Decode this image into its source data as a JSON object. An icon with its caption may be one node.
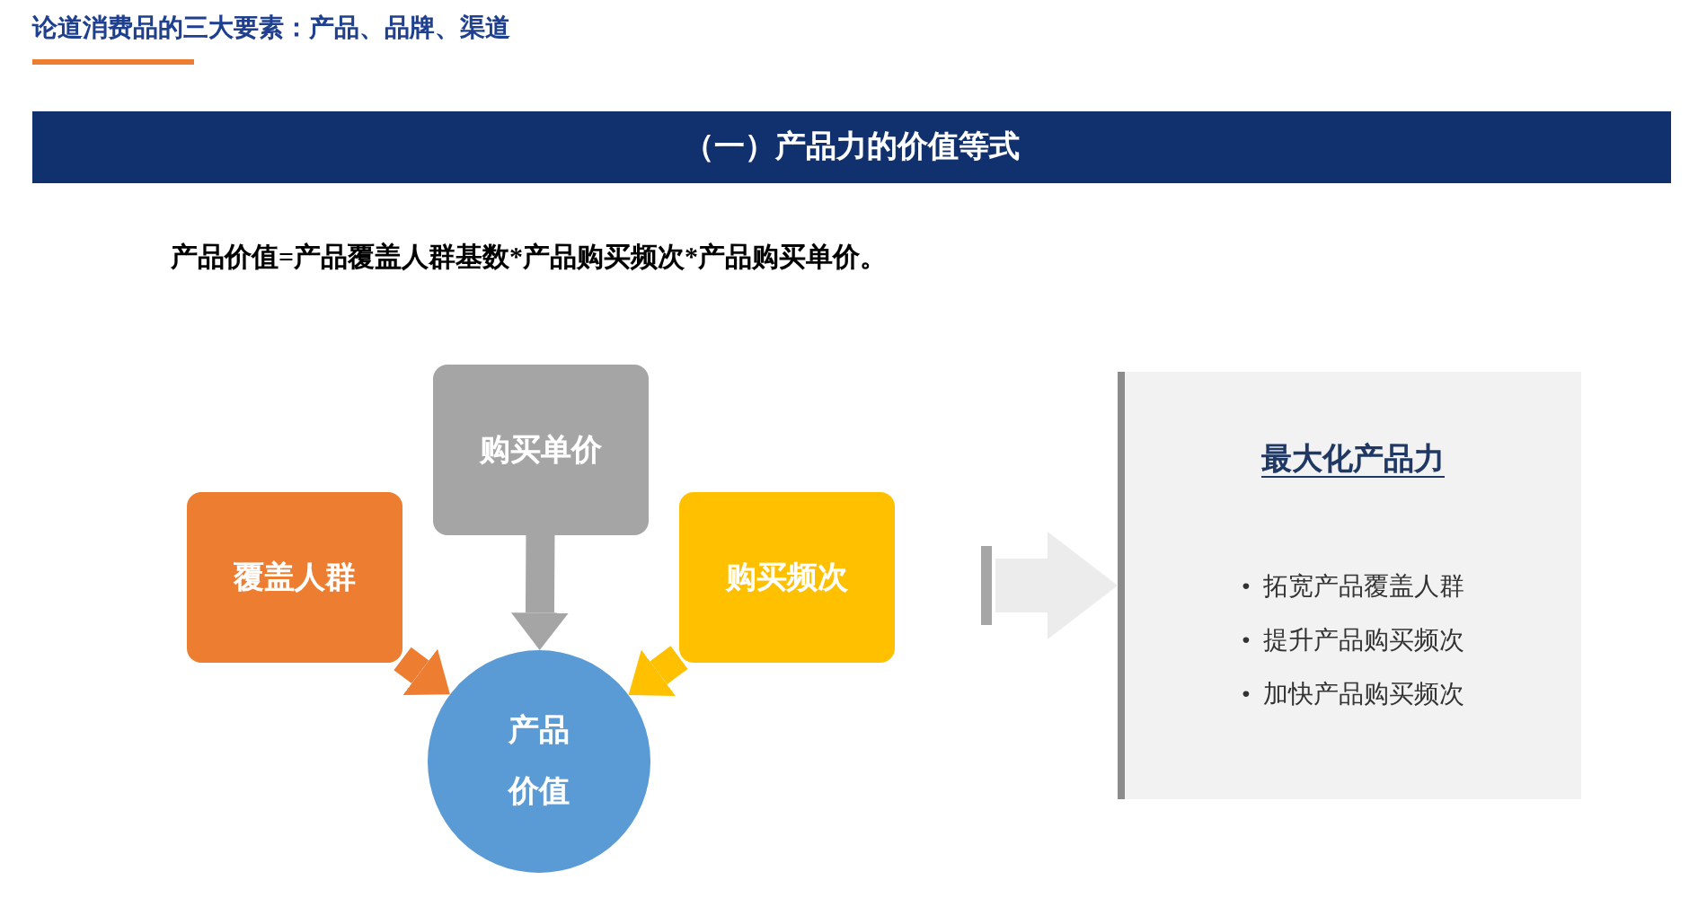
{
  "diagram": {
    "title": "论道消费品的三大要素：产品、品牌、渠道",
    "nodes": [
      {
        "text": [
          "覆盖人群"
        ]
      },
      {
        "text": [
          "购买单价"
        ]
      },
      {
        "text": [
          "购买频次"
        ]
      },
      {
        "text": [
          "产品价值"
        ]
      },
      {
        "text": [
          "最大化产品力",
          "•  拓宽产品覆盖人群",
          "•  提升产品购买频次",
          "•  加快产品购买频次"
        ]
      }
    ],
    "edges": [
      {
        "from": 0,
        "to": 3,
        "arrow": "to",
        "color": "#ed7d31"
      },
      {
        "from": 1,
        "to": 3,
        "arrow": "to",
        "color": "#a5a5a5"
      },
      {
        "from": 2,
        "to": 3,
        "arrow": "to",
        "color": "#ffc000"
      },
      {
        "from": null,
        "to": 4,
        "arrow": "to",
        "style": "thick",
        "color": "#ececec"
      }
    ],
    "labels": [
      "（一）产品力的价值等式",
      "产品价值=产品覆盖人群基数*产品购买频次*产品购买单价。"
    ]
  }
}
